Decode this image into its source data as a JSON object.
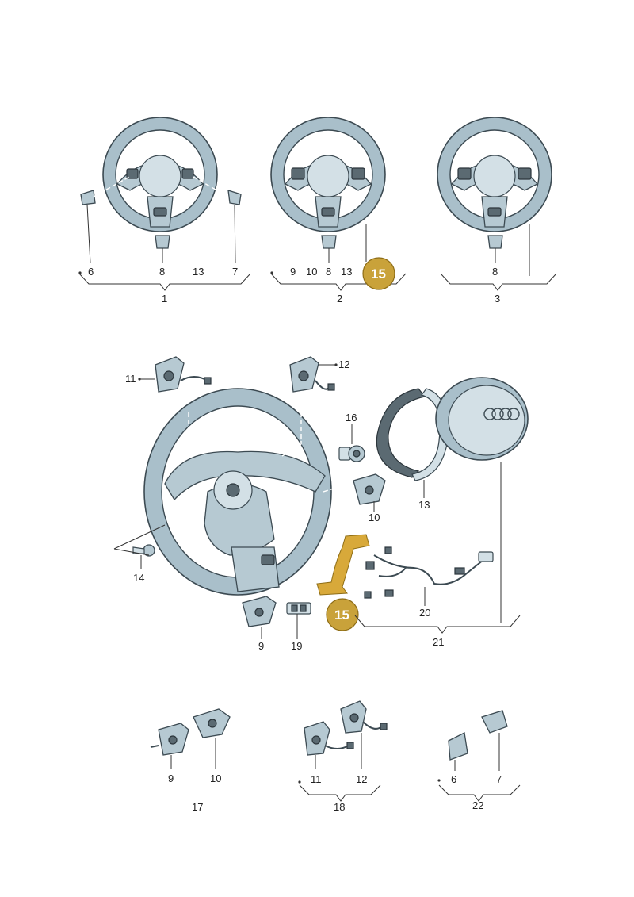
{
  "callouts": {
    "c6a": "6",
    "c8a": "8",
    "c13a": "13",
    "c7a": "7",
    "c1": "1",
    "c9b": "9",
    "c10b": "10",
    "c8b": "8",
    "c13b": "13",
    "c15a": "15",
    "c2": "2",
    "c8c": "8",
    "c3": "3",
    "c11": "11",
    "c12": "12",
    "c16": "16",
    "c10m": "10",
    "c13m": "13",
    "c14": "14",
    "c20": "20",
    "c15b": "15",
    "c9m": "9",
    "c19": "19",
    "c21": "21",
    "c9d": "9",
    "c10d": "10",
    "c17": "17",
    "c11d": "11",
    "c12d": "12",
    "c18": "18",
    "c6d": "6",
    "c7d": "7",
    "c22": "22"
  },
  "colors": {
    "part_fill": "#a9bfca",
    "outline": "#3c4a52",
    "highlight_badge": "#c9a23a",
    "ribbon_cable": "#d8a93a"
  }
}
